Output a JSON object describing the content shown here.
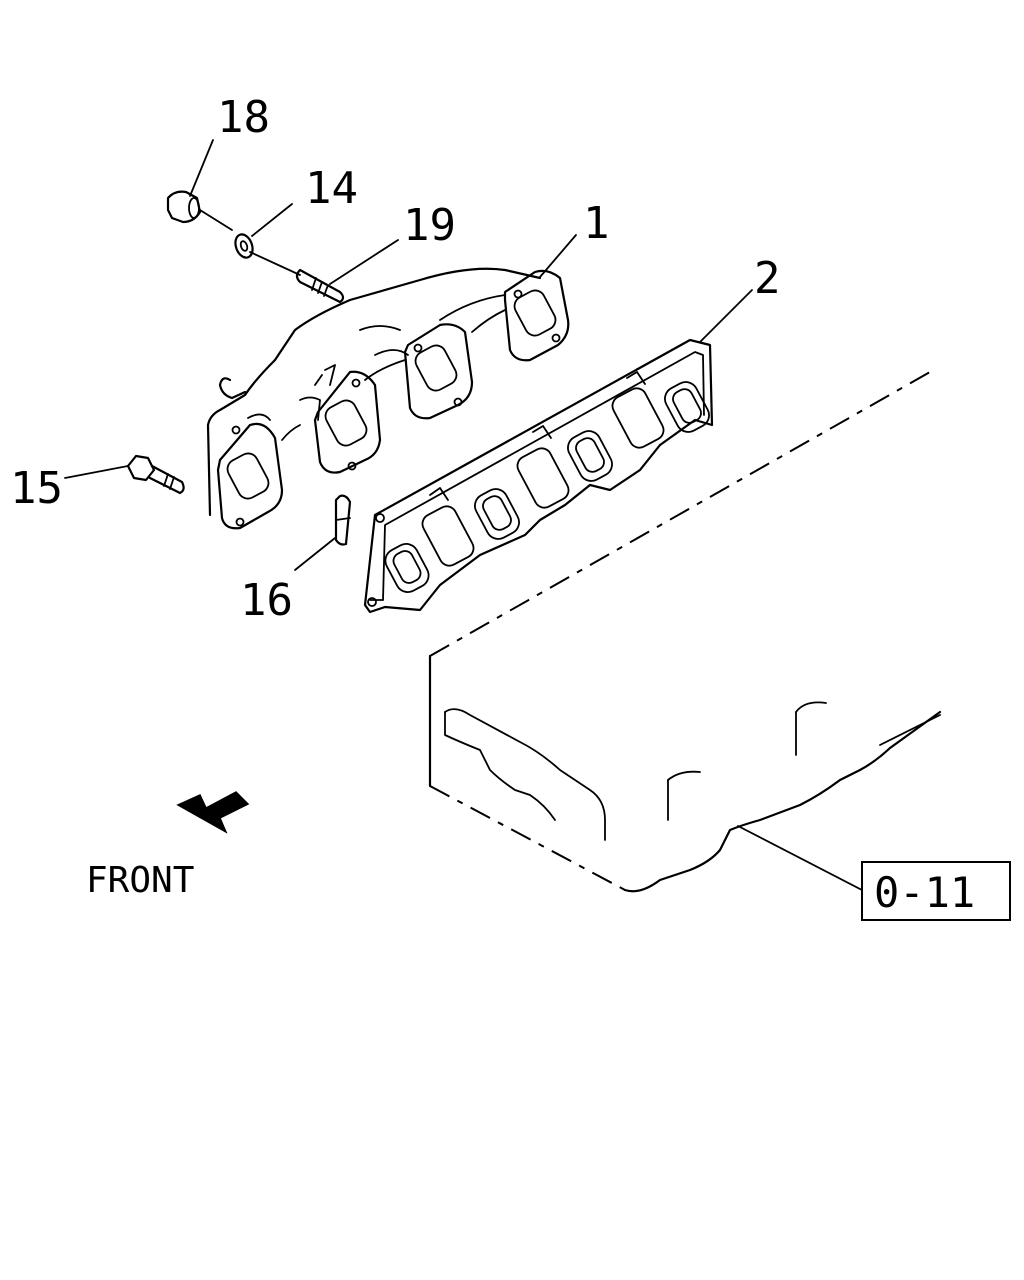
{
  "callouts": [
    {
      "id": "18",
      "text": "18"
    },
    {
      "id": "14",
      "text": "14"
    },
    {
      "id": "19",
      "text": "19"
    },
    {
      "id": "1",
      "text": "1"
    },
    {
      "id": "2",
      "text": "2"
    },
    {
      "id": "15",
      "text": "15"
    },
    {
      "id": "16",
      "text": "16"
    }
  ],
  "direction_label": "FRONT",
  "reference_box": "0-11"
}
